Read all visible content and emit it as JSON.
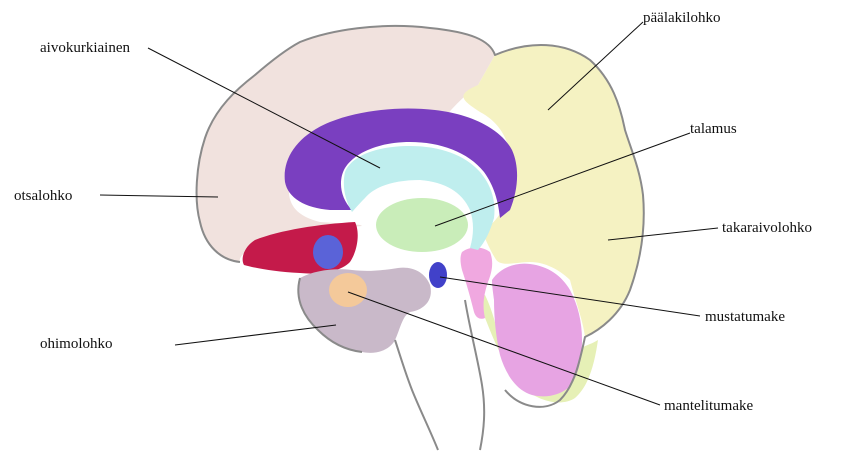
{
  "labels": {
    "aivokurkiainen": "aivokurkiainen",
    "paalakilohko": "päälakilohko",
    "talamus": "talamus",
    "otsalohko": "otsalohko",
    "takaraivolohko": "takaraivolohko",
    "mustatumake": "mustatumake",
    "ohimolohko": "ohimolohko",
    "mantelitumake": "mantelitumake"
  },
  "colors": {
    "frontal_lobe": "#f1e2de",
    "parietal_occipital": "#f5f2c2",
    "corpus_callosum": "#7a3fc0",
    "fornix_band": "#bfeeee",
    "thalamus": "#c9edb9",
    "limbic_red": "#c41a4a",
    "blue_nucleus": "#5a63d8",
    "temporal_lobe": "#c9b9c9",
    "amygdala": "#f4c99a",
    "substantia_nigra": "#4141c9",
    "cerebellum": "#e7a4e3",
    "brainstem_pink": "#f0a8e0",
    "cerebellum_green": "#e6f0b6",
    "outline": "#8a8a8a"
  }
}
